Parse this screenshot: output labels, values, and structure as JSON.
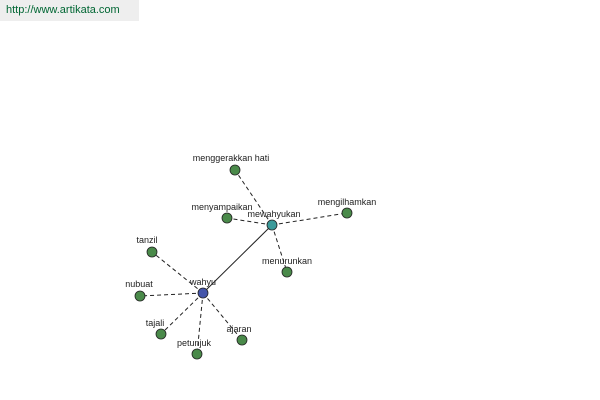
{
  "header": {
    "url_text": "http://www.artikata.com"
  },
  "colors": {
    "leaf_node": "#4a8a4a",
    "hub_wahyu": "#4455aa",
    "hub_mewahyukan": "#3a9a9a",
    "edge": "#222222",
    "url_text": "#006633",
    "url_bg": "#eeeeee"
  },
  "graph": {
    "nodes": [
      {
        "id": "wahyu",
        "label": "wahyu",
        "kind": "hub",
        "color_key": "hub_wahyu"
      },
      {
        "id": "mewahyukan",
        "label": "mewahyukan",
        "kind": "hub",
        "color_key": "hub_mewahyukan"
      },
      {
        "id": "menggerakkan_hati",
        "label": "menggerakkan hati",
        "kind": "leaf",
        "color_key": "leaf_node"
      },
      {
        "id": "menyampaikan",
        "label": "menyampaikan",
        "kind": "leaf",
        "color_key": "leaf_node"
      },
      {
        "id": "mengilhamkan",
        "label": "mengilhamkan",
        "kind": "leaf",
        "color_key": "leaf_node"
      },
      {
        "id": "menurunkan",
        "label": "menurunkan",
        "kind": "leaf",
        "color_key": "leaf_node"
      },
      {
        "id": "tanzil",
        "label": "tanzil",
        "kind": "leaf",
        "color_key": "leaf_node"
      },
      {
        "id": "nubuat",
        "label": "nubuat",
        "kind": "leaf",
        "color_key": "leaf_node"
      },
      {
        "id": "tajali",
        "label": "tajali",
        "kind": "leaf",
        "color_key": "leaf_node"
      },
      {
        "id": "petunjuk",
        "label": "petunjuk",
        "kind": "leaf",
        "color_key": "leaf_node"
      },
      {
        "id": "ajaran",
        "label": "ajaran",
        "kind": "leaf",
        "color_key": "leaf_node"
      }
    ],
    "edges": [
      {
        "from": "wahyu",
        "to": "mewahyukan",
        "style": "solid"
      },
      {
        "from": "mewahyukan",
        "to": "menggerakkan_hati",
        "style": "dashed"
      },
      {
        "from": "mewahyukan",
        "to": "menyampaikan",
        "style": "dashed"
      },
      {
        "from": "mewahyukan",
        "to": "mengilhamkan",
        "style": "dashed"
      },
      {
        "from": "mewahyukan",
        "to": "menurunkan",
        "style": "dashed"
      },
      {
        "from": "wahyu",
        "to": "tanzil",
        "style": "dashed"
      },
      {
        "from": "wahyu",
        "to": "nubuat",
        "style": "dashed"
      },
      {
        "from": "wahyu",
        "to": "tajali",
        "style": "dashed"
      },
      {
        "from": "wahyu",
        "to": "petunjuk",
        "style": "dashed"
      },
      {
        "from": "wahyu",
        "to": "ajaran",
        "style": "dashed"
      }
    ]
  }
}
